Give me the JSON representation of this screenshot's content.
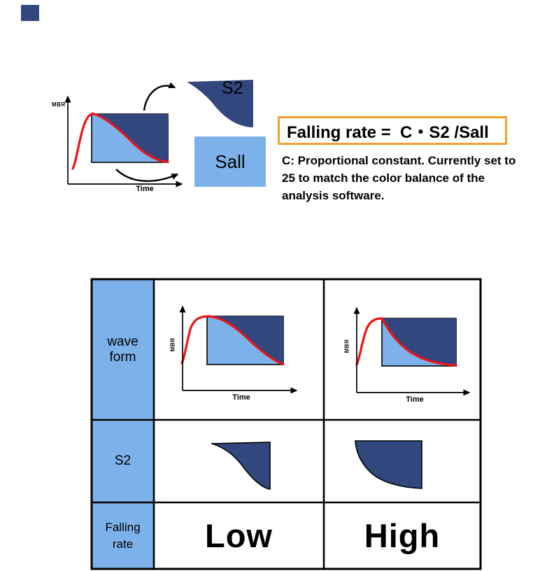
{
  "colors": {
    "light_blue": "#7DB1EA",
    "dark_blue": "#31477E",
    "red": "#EE1414",
    "orange": "#F5A02F"
  },
  "top_diagram": {
    "y_axis_label": "MBR",
    "x_axis_label": "Time",
    "s2_label": "S2",
    "sall_label": "Sall"
  },
  "formula": {
    "text": "Falling rate =  C・S2 /Sall"
  },
  "note": {
    "line1": "C: Proportional constant. Currently set to",
    "line2": "25 to match the color balance of the",
    "line3": "analysis software."
  },
  "table": {
    "row_headers": {
      "waveform": "wave form",
      "s2": "S2",
      "falling_line1": "Falling",
      "falling_line2": "rate"
    },
    "graphs": {
      "y_axis_label": "MBR",
      "x_axis_label": "Time"
    },
    "values": {
      "low": "Low",
      "high": "High"
    }
  }
}
